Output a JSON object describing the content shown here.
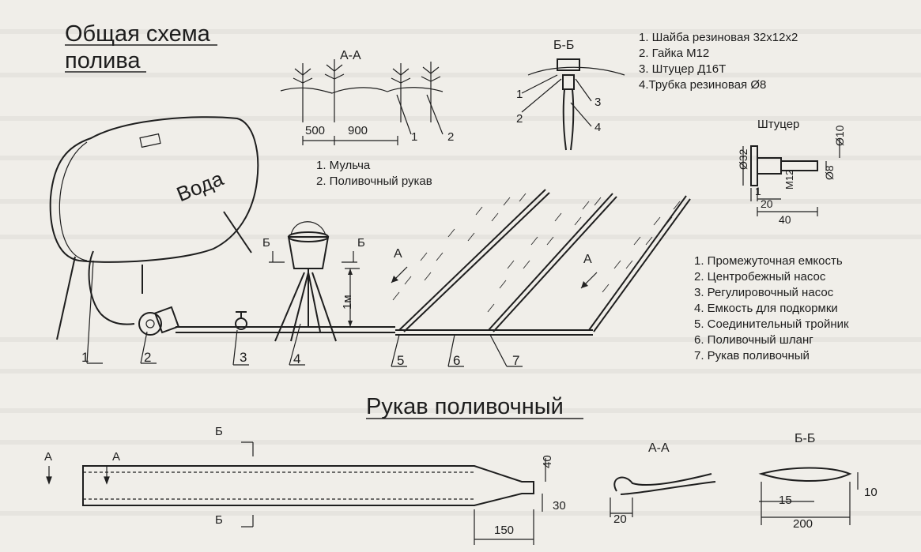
{
  "title_line1": "Общая схема",
  "title_line2": "полива",
  "tank_label": "Вода",
  "section_aa_top": "А-А",
  "dim_500": "500",
  "dim_900": "900",
  "num_1": "1",
  "num_2": "2",
  "aa_legend": [
    "1. Мульча",
    "2. Поливочный рукав"
  ],
  "section_bb_top": "Б-Б",
  "bb_nums": [
    "1",
    "2",
    "3",
    "4"
  ],
  "parts_legend": [
    "1. Шайба резиновая 32x12x2",
    "2. Гайка М12",
    "3. Штуцер Д16Т",
    "4.Трубка резиновая Ø8"
  ],
  "fitting_title": "Штуцер",
  "fitting_dims": {
    "d32": "Ø32",
    "m12": "М12",
    "d10": "Ø10",
    "d8": "Ø8",
    "l1": "1",
    "l20": "20",
    "l40": "40"
  },
  "system_legend": [
    "1. Промежуточная емкость",
    "2. Центробежный насос",
    "3. Регулировочный насос",
    "4. Емкость для подкормки",
    "5. Соединительный тройник",
    "6. Поливочный шланг",
    "7. Рукав поливочный"
  ],
  "scheme_nums": [
    "1",
    "2",
    "3",
    "4",
    "5",
    "6",
    "7"
  ],
  "height_1m": "1м",
  "marker_b": "Б",
  "marker_a": "А",
  "hose_title": "Рукав поливочный",
  "hose_dims": {
    "d40": "40",
    "d30": "30",
    "d150": "150"
  },
  "hose_section_aa": "А-А",
  "hose_section_bb": "Б-Б",
  "aa_dim_20": "20",
  "bb_dims": {
    "d15": "15",
    "d10": "10",
    "d200": "200"
  }
}
